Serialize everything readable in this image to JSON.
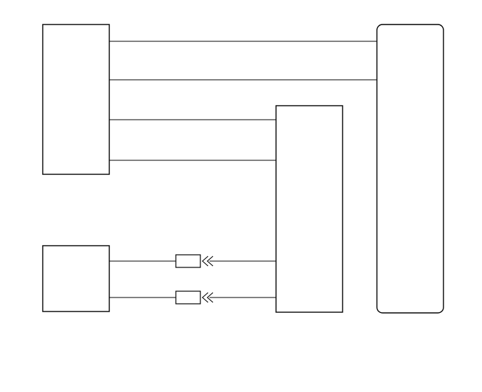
{
  "diagram": {
    "components": [
      {
        "id": "block-a",
        "label": ""
      },
      {
        "id": "block-b",
        "label": ""
      },
      {
        "id": "block-c",
        "label": ""
      },
      {
        "id": "block-d",
        "label": ""
      }
    ],
    "wires": [
      {
        "from": "block-a",
        "to": "block-d"
      },
      {
        "from": "block-a",
        "to": "block-d"
      },
      {
        "from": "block-a",
        "to": "block-c"
      },
      {
        "from": "block-a",
        "to": "block-c"
      },
      {
        "from": "block-b",
        "to": "block-c",
        "connector": true
      },
      {
        "from": "block-b",
        "to": "block-c",
        "connector": true
      }
    ],
    "colors": {
      "stroke": "#000000",
      "background": "#ffffff"
    }
  }
}
